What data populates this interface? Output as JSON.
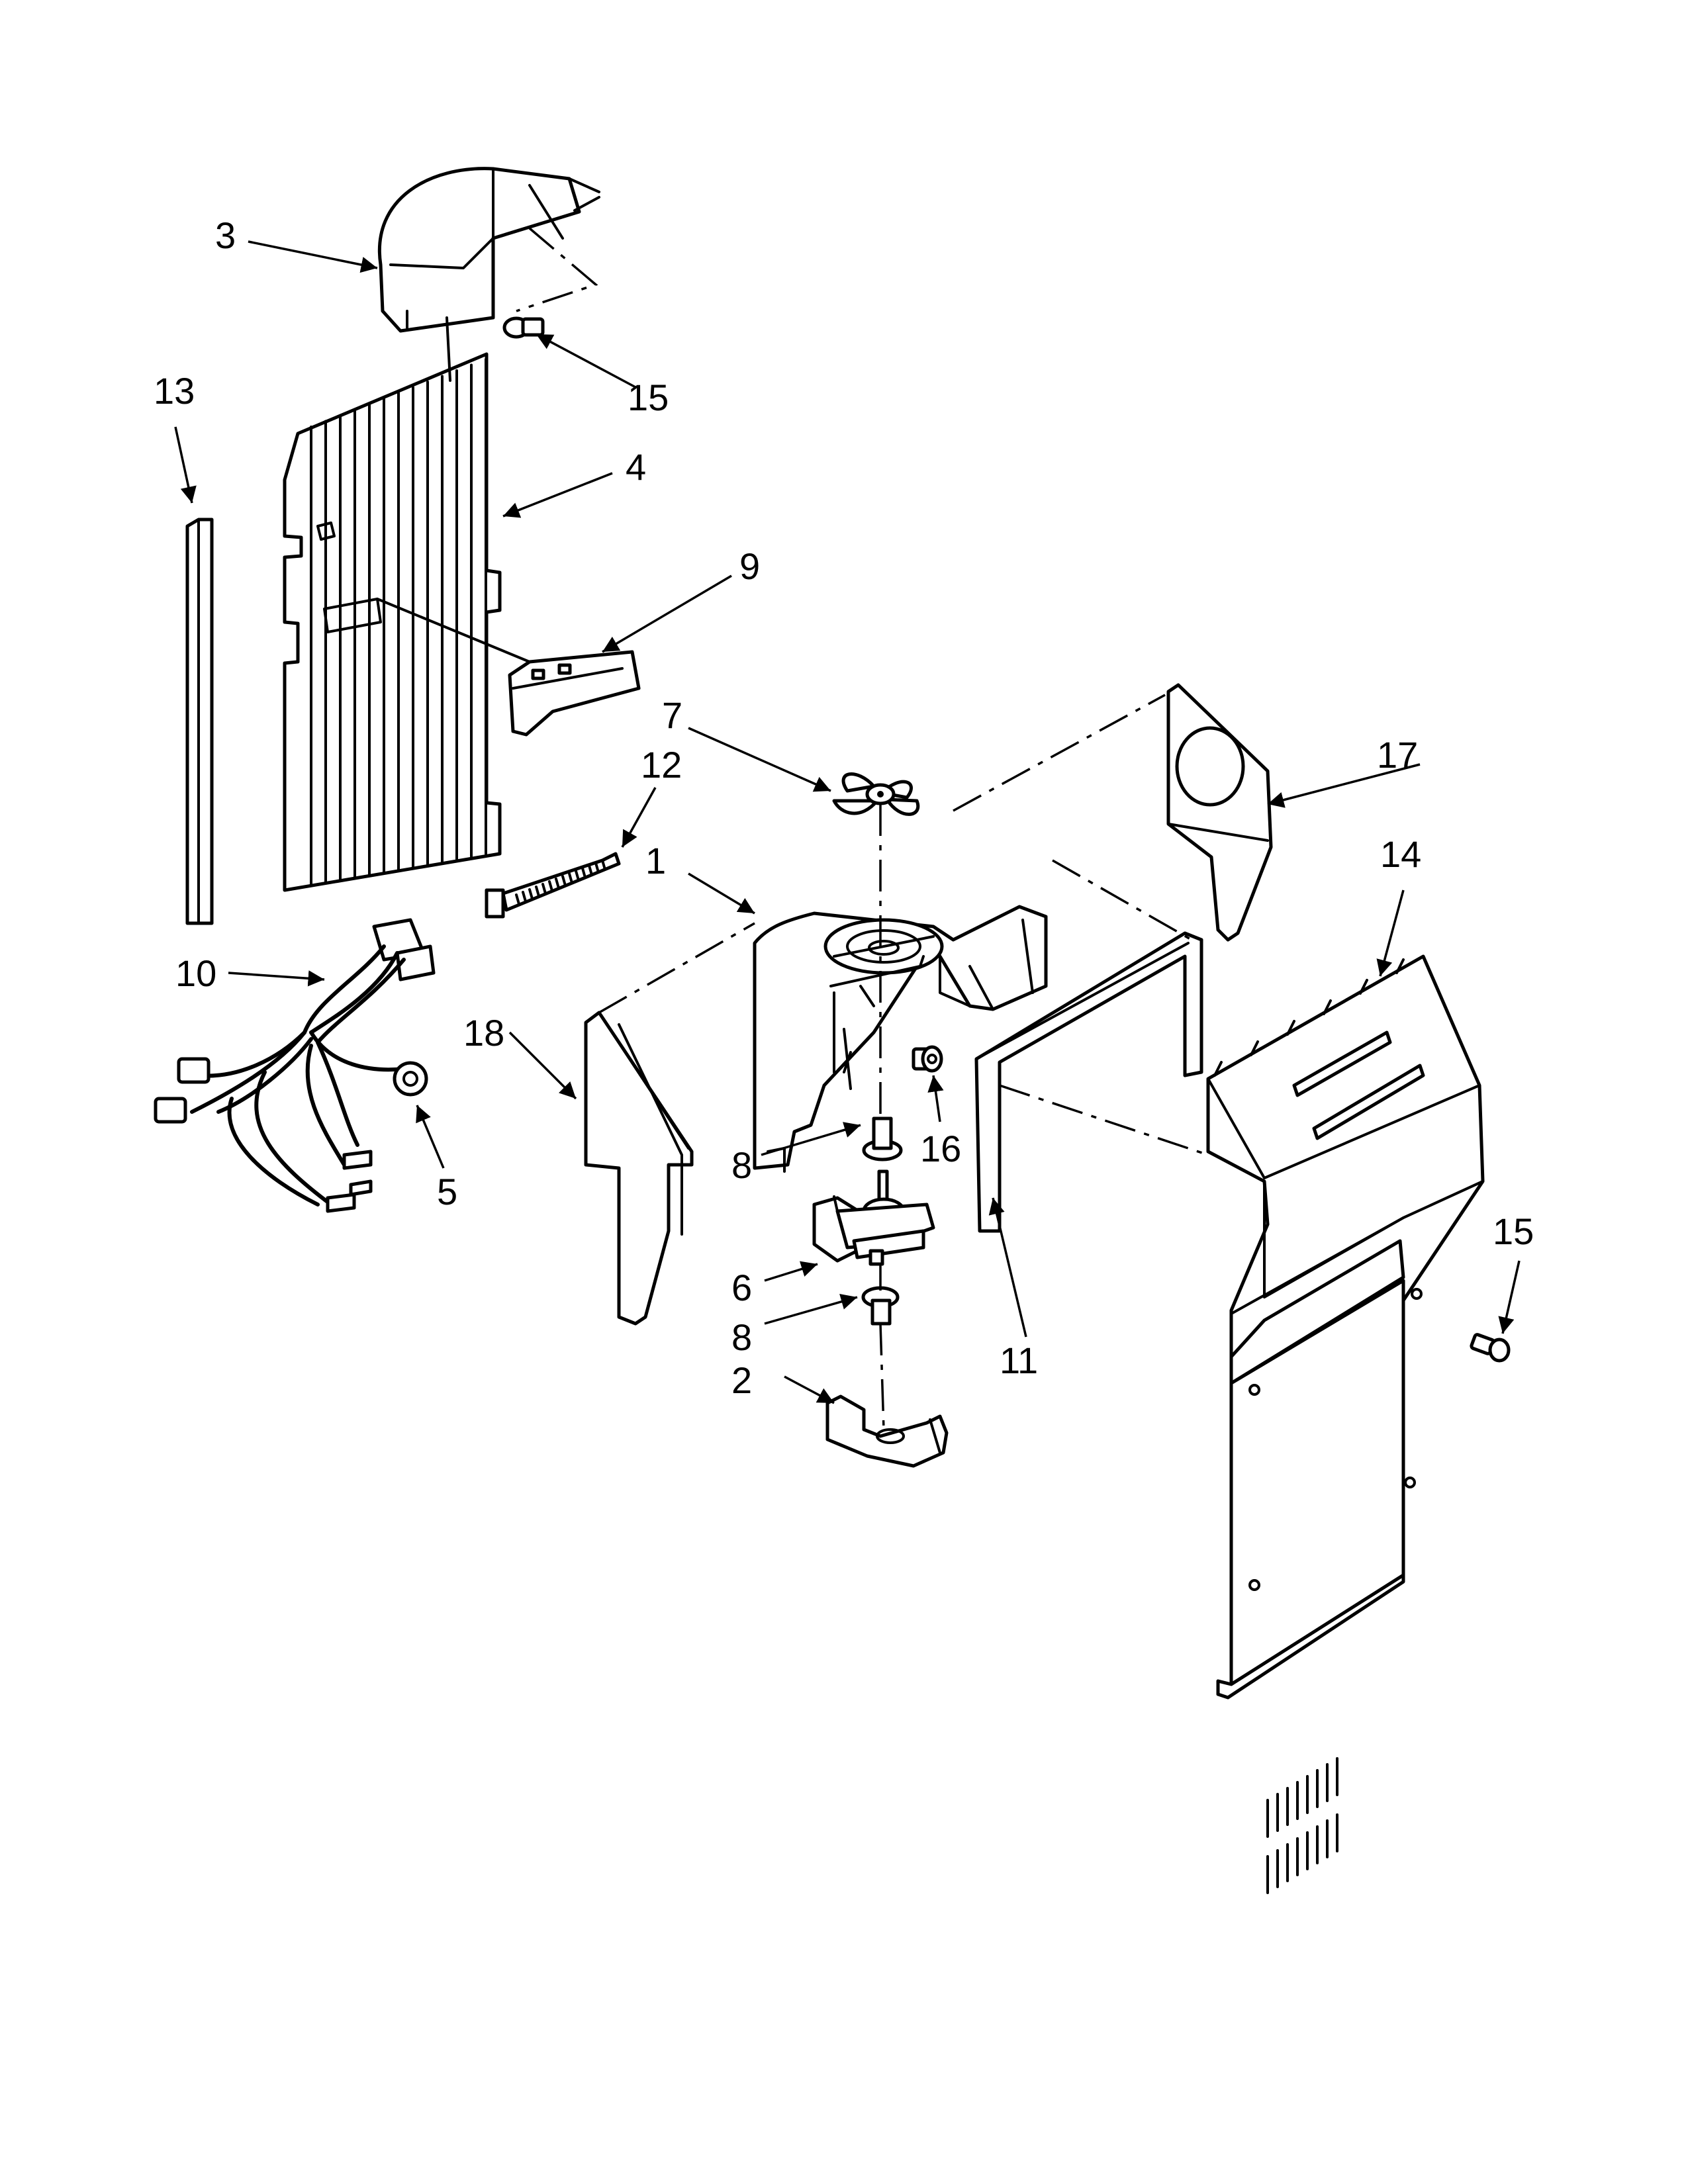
{
  "callouts": {
    "c1": "1",
    "c2": "2",
    "c3": "3",
    "c4": "4",
    "c5": "5",
    "c6": "6",
    "c7": "7",
    "c8a": "8",
    "c8b": "8",
    "c9": "9",
    "c10": "10",
    "c11": "11",
    "c12": "12",
    "c13": "13",
    "c14": "14",
    "c15a": "15",
    "c15b": "15",
    "c16": "16",
    "c17": "17",
    "c18": "18"
  }
}
